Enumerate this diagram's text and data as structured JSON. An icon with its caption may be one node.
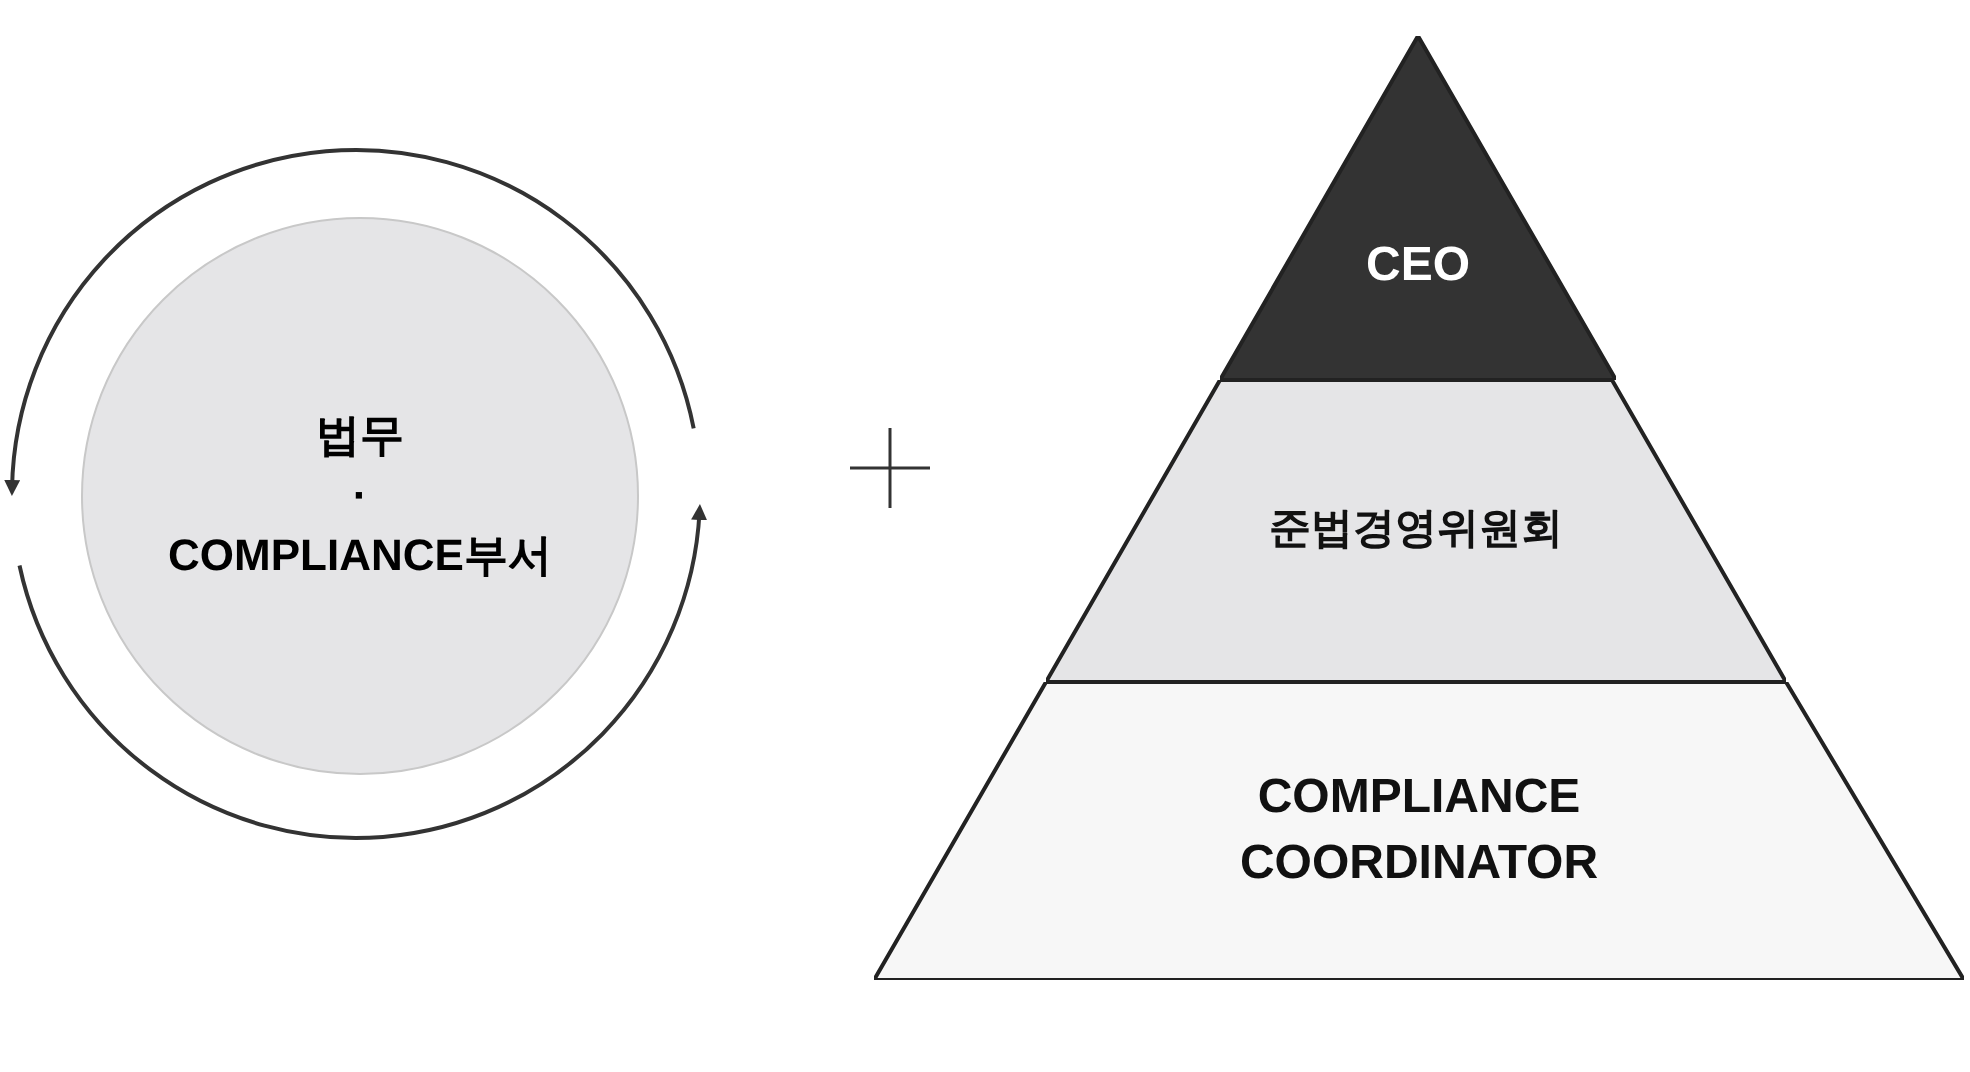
{
  "diagram": {
    "nodes": [
      {
        "text": [
          "법무",
          "·",
          "COMPLIANCE부서"
        ]
      },
      {
        "text": [
          "CEO"
        ]
      },
      {
        "text": [
          "준법경영위원회"
        ]
      },
      {
        "text": [
          "COMPLIANCE COORDINATOR"
        ]
      }
    ]
  }
}
